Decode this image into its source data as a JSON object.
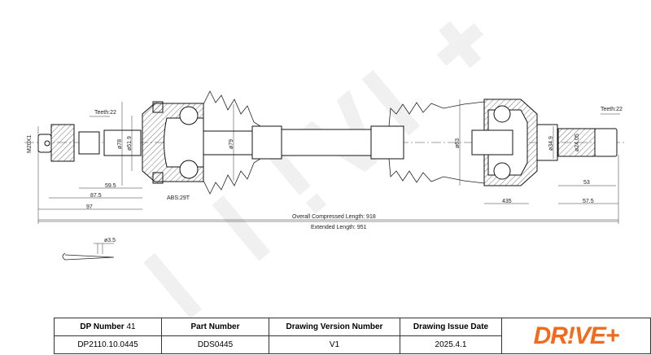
{
  "drawing": {
    "left_teeth": "Teeth:22",
    "thread": "M20X1",
    "dia_78": "ø78",
    "dia_51_9": "ø51.9",
    "dia_79": "ø79",
    "abs": "ABS:29T",
    "dim_59_5": "59.5",
    "dim_87_5": "87.5",
    "dim_97": "97",
    "overall_length": "Overall  Compressed  Length: 918",
    "extended_length": "Extended  Length: 951",
    "dia_63": "ø63",
    "dia_34_9": "ø34.9",
    "dia_24_05": "ø24.05",
    "right_teeth": "Teeth:22",
    "dim_53": "53",
    "dim_43_5": "435",
    "dim_57_5": "57.5",
    "pin_dia": "ø3.5"
  },
  "title_block": {
    "headers": {
      "dp_label": "DP Number",
      "dp_count": "41",
      "part": "Part Number",
      "version": "Drawing Version Number",
      "date": "Drawing Issue Date"
    },
    "values": {
      "dp": "DP2110.10.0445",
      "part": "DDS0445",
      "version": "V1",
      "date": "2025.4.1"
    },
    "logo": "DR!VE+",
    "logo_color": "#f26a1b"
  }
}
